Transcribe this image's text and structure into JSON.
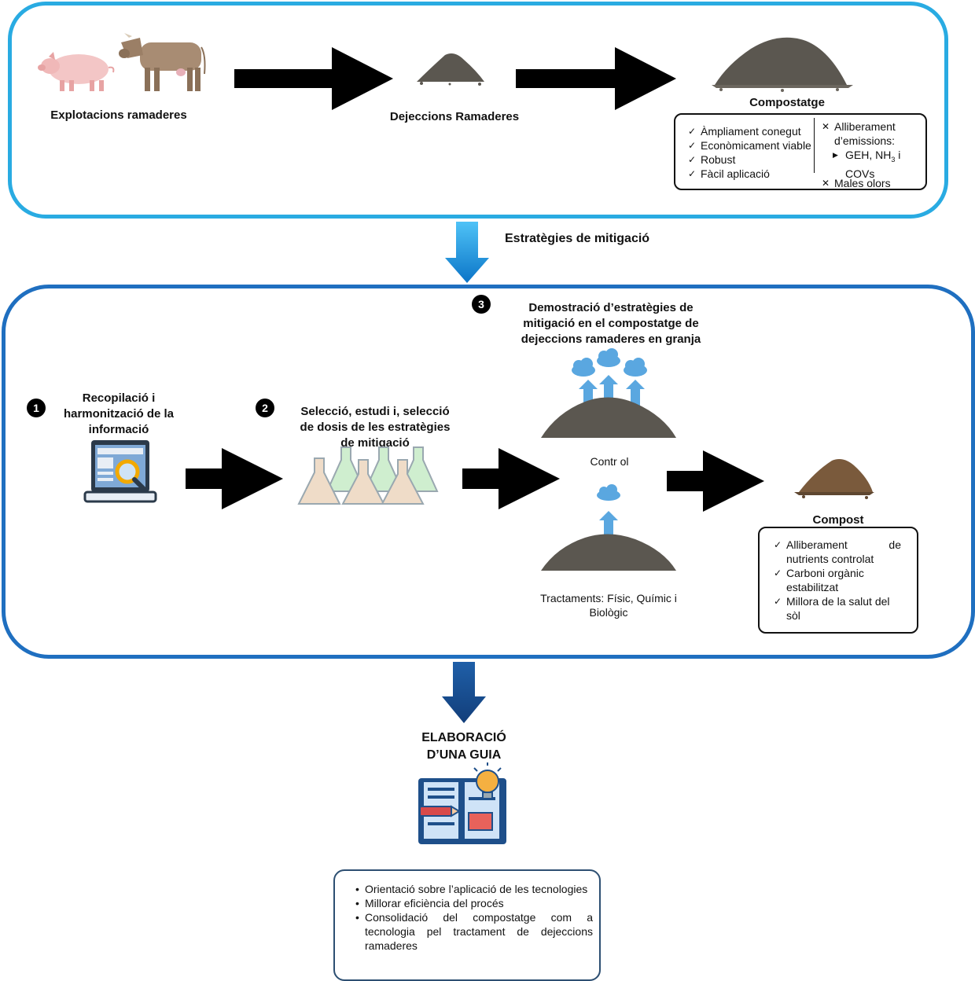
{
  "top": {
    "farms_label": "Explotacions ramaderes",
    "manure_label": "Dejeccions Ramaderes",
    "compost_label": "Compostatge",
    "pros": [
      "Àmpliament conegut",
      "Econòmicament viable",
      "Robust",
      "Fàcil aplicació"
    ],
    "cons_1": "Alliberament d’emissions:",
    "cons_sub_pre": "GEH, NH",
    "cons_sub_subscript": "3",
    "cons_sub_post": " i COVs",
    "cons_2": "Males olors"
  },
  "mitigation_label": "Estratègies de mitigació",
  "middle": {
    "step1_number": "1",
    "step1_label": "Recopilació i harmonització de la informació",
    "step2_number": "2",
    "step2_label": "Selecció, estudi i, selecció de dosis de les estratègies de mitigació",
    "step3_number": "3",
    "step3_label": "Demostració d’estratègies de mitigació en el compostatge de dejeccions ramaderes en granja",
    "control_label": "Contr ol",
    "treatments_label": "Tractaments: Físic, Químic i Biològic",
    "compost_label": "Compost",
    "compost_benefits": [
      "Alliberament de nutrients controlat",
      "Carboni orgànic estabilitzat",
      "Millora de la salut del sòl"
    ]
  },
  "bottom": {
    "title": "ELABORACIÓ D’UNA GUIA",
    "items": [
      "Orientació sobre l’aplicació de les tecnologies",
      "Millorar eficiència del procés",
      "Consolidació del compostatge com a tecnologia pel tractament de dejeccions ramaderes"
    ]
  },
  "colors": {
    "top_border": "#29abe2",
    "mid_border": "#1f6fc0",
    "soil": "#5b5750",
    "compost": "#7a5a3c",
    "cloud": "#5aa7e0"
  }
}
